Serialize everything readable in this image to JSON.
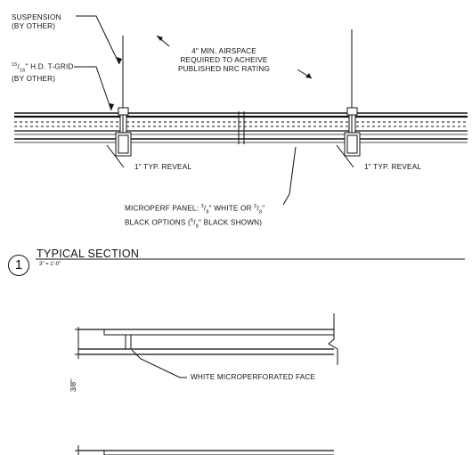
{
  "labels": {
    "suspension_1": "SUSPENSION",
    "suspension_2": "(BY OTHER)",
    "tgrid_num": "15",
    "tgrid_den": "16",
    "tgrid_1": "\" H.D. T-GRID",
    "tgrid_2": "(BY OTHER)",
    "airspace_1": "4\" MIN. AIRSPACE",
    "airspace_2": "REQUIRED TO ACHEIVE",
    "airspace_3": "PUBLISHED NRC RATING",
    "reveal_left": "1\" TYP. REVEAL",
    "reveal_right": "1\" TYP. REVEAL",
    "panel_1a": "MICROPERF PANEL: ",
    "panel_1b_num": "3",
    "panel_1b_den": "8",
    "panel_1c": "\" WHITE OR ",
    "panel_1d_num": "5",
    "panel_1d_den": "8",
    "panel_1e": "\"",
    "panel_2a": "BLACK OPTIONS (",
    "panel_2b_num": "5",
    "panel_2b_den": "8",
    "panel_2c": "\" BLACK SHOWN)",
    "white_face": "WHITE MICROPERFORATED FACE",
    "thickness": "3/8\""
  },
  "section": {
    "number": "1",
    "title": "TYPICAL SECTION",
    "scale": "3\" = 1'-0\""
  }
}
